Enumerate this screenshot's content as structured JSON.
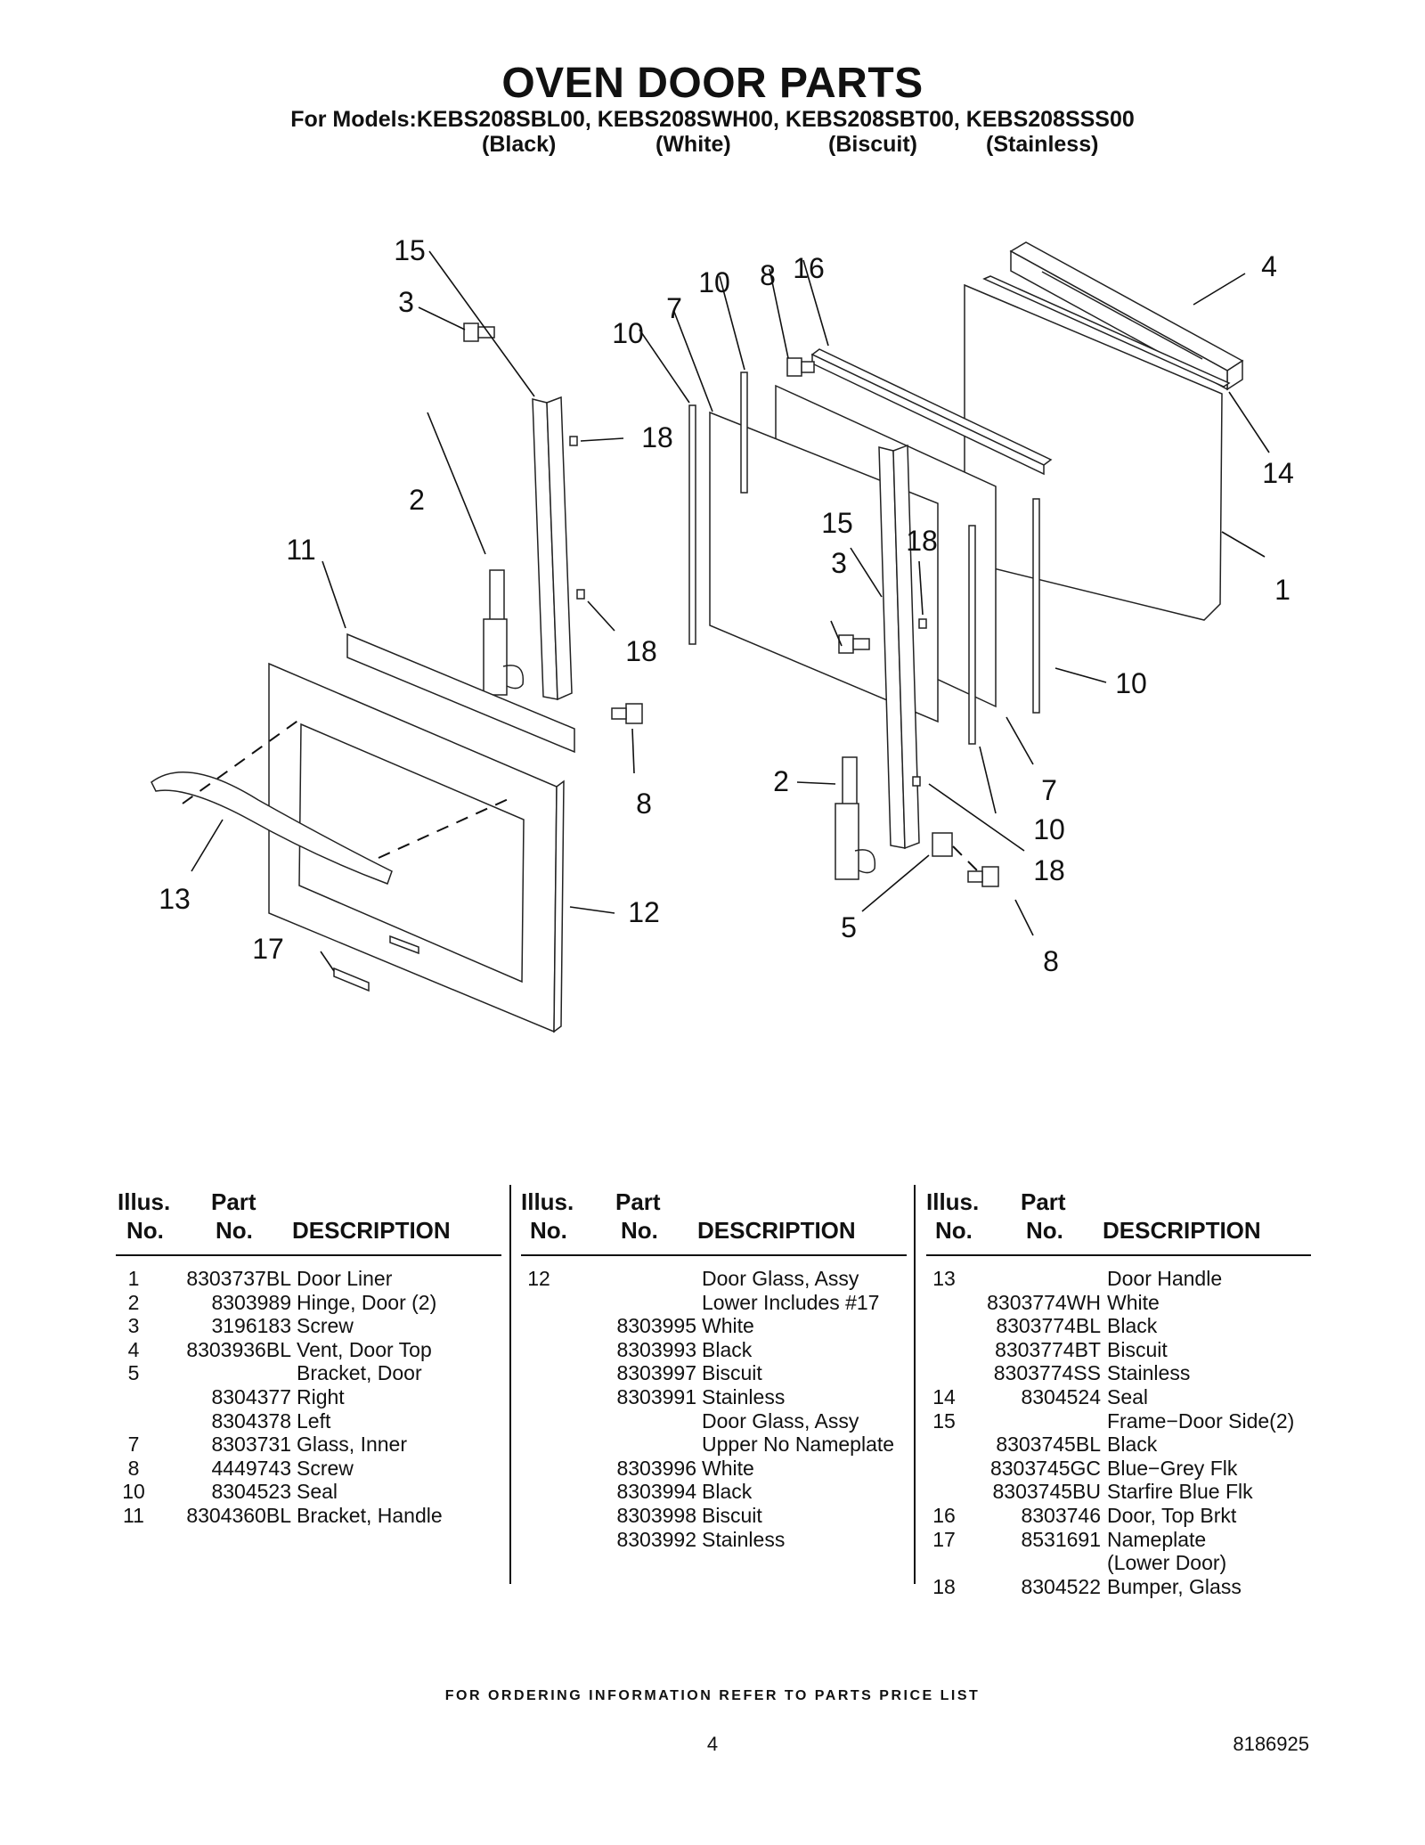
{
  "header": {
    "title": "OVEN DOOR PARTS",
    "models": "For Models:KEBS208SBL00, KEBS208SWH00, KEBS208SBT00, KEBS208SSS00",
    "variants": [
      "(Black)",
      "(White)",
      "(Biscuit)",
      "(Stainless)"
    ]
  },
  "callouts": [
    "1",
    "2",
    "2",
    "3",
    "3",
    "4",
    "5",
    "7",
    "7",
    "8",
    "8",
    "8",
    "10",
    "10",
    "10",
    "10",
    "11",
    "12",
    "13",
    "14",
    "15",
    "15",
    "16",
    "17",
    "18",
    "18",
    "18",
    "18"
  ],
  "table": {
    "headers": {
      "illus": [
        "Illus.",
        "No."
      ],
      "part": [
        "Part",
        "No."
      ],
      "desc": "DESCRIPTION"
    },
    "columns": [
      [
        {
          "illus": "1",
          "part": "8303737BL",
          "desc": "Door Liner"
        },
        {
          "illus": "2",
          "part": "8303989",
          "desc": "Hinge, Door (2)"
        },
        {
          "illus": "3",
          "part": "3196183",
          "desc": "Screw"
        },
        {
          "illus": "4",
          "part": "8303936BL",
          "desc": "Vent, Door Top"
        },
        {
          "illus": "5",
          "part": "",
          "desc": "Bracket, Door"
        },
        {
          "illus": "",
          "part": "8304377",
          "desc": "Right"
        },
        {
          "illus": "",
          "part": "8304378",
          "desc": "Left"
        },
        {
          "illus": "7",
          "part": "8303731",
          "desc": "Glass, Inner"
        },
        {
          "illus": "8",
          "part": "4449743",
          "desc": "Screw"
        },
        {
          "illus": "10",
          "part": "8304523",
          "desc": "Seal"
        },
        {
          "illus": "11",
          "part": "8304360BL",
          "desc": "Bracket, Handle"
        }
      ],
      [
        {
          "illus": "12",
          "part": "",
          "desc": "Door Glass, Assy"
        },
        {
          "illus": "",
          "part": "",
          "desc": "Lower Includes #17"
        },
        {
          "illus": "",
          "part": "8303995",
          "desc": "White"
        },
        {
          "illus": "",
          "part": "8303993",
          "desc": "Black"
        },
        {
          "illus": "",
          "part": "8303997",
          "desc": "Biscuit"
        },
        {
          "illus": "",
          "part": "8303991",
          "desc": "Stainless"
        },
        {
          "illus": "",
          "part": "",
          "desc": "Door Glass, Assy"
        },
        {
          "illus": "",
          "part": "",
          "desc": "Upper No Nameplate"
        },
        {
          "illus": "",
          "part": "8303996",
          "desc": "White"
        },
        {
          "illus": "",
          "part": "8303994",
          "desc": "Black"
        },
        {
          "illus": "",
          "part": "8303998",
          "desc": "Biscuit"
        },
        {
          "illus": "",
          "part": "8303992",
          "desc": "Stainless"
        }
      ],
      [
        {
          "illus": "13",
          "part": "",
          "desc": "Door Handle"
        },
        {
          "illus": "",
          "part": "8303774WH",
          "desc": "White"
        },
        {
          "illus": "",
          "part": "8303774BL",
          "desc": "Black"
        },
        {
          "illus": "",
          "part": "8303774BT",
          "desc": "Biscuit"
        },
        {
          "illus": "",
          "part": "8303774SS",
          "desc": "Stainless"
        },
        {
          "illus": "14",
          "part": "8304524",
          "desc": "Seal"
        },
        {
          "illus": "15",
          "part": "",
          "desc": "Frame−Door Side(2)"
        },
        {
          "illus": "",
          "part": "8303745BL",
          "desc": "Black"
        },
        {
          "illus": "",
          "part": "8303745GC",
          "desc": "Blue−Grey Flk"
        },
        {
          "illus": "",
          "part": "8303745BU",
          "desc": "Starfire Blue Flk"
        },
        {
          "illus": "16",
          "part": "8303746",
          "desc": "Door, Top Brkt"
        },
        {
          "illus": "17",
          "part": "8531691",
          "desc": "Nameplate"
        },
        {
          "illus": "",
          "part": "",
          "desc": "(Lower Door)"
        },
        {
          "illus": "18",
          "part": "8304522",
          "desc": "Bumper, Glass"
        }
      ]
    ]
  },
  "footer": {
    "ordering": "FOR ORDERING INFORMATION REFER TO PARTS PRICE LIST",
    "page": "4",
    "doc_number": "8186925"
  }
}
